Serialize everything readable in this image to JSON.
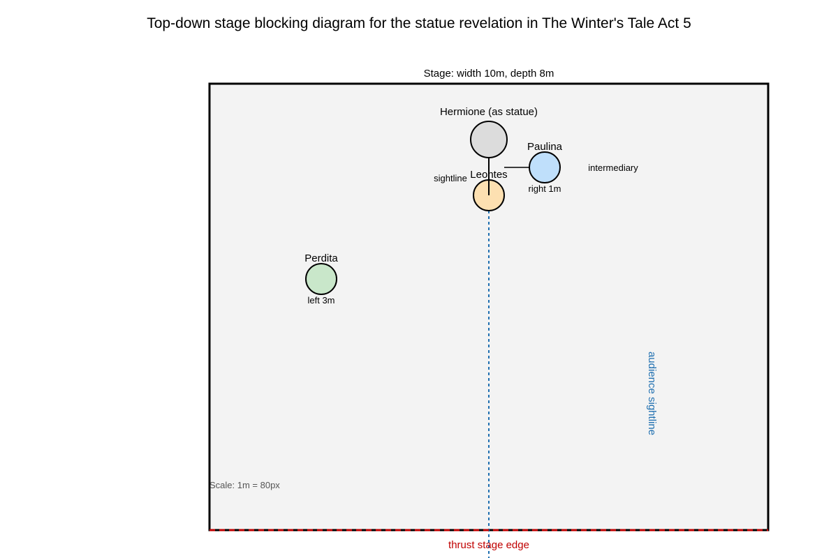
{
  "title": "Top-down stage blocking diagram for the statue revelation in The Winter's Tale Act 5",
  "stage": {
    "label": "Stage: width 10m, depth 8m",
    "width_m": 10,
    "depth_m": 8,
    "fill_color": "#f3f3f3",
    "border_color": "#000000"
  },
  "characters": {
    "hermione": {
      "name": "Hermione (as statue)",
      "color": "#dcdcdc"
    },
    "paulina": {
      "name": "Paulina",
      "note": "right 1m",
      "color": "#bfdffb"
    },
    "leontes": {
      "name": "Leontes",
      "color": "#fde0b1"
    },
    "perdita": {
      "name": "Perdita",
      "note": "left 3m",
      "color": "#c9e7ca"
    }
  },
  "annotations": {
    "sightline": "sightline",
    "intermediary": "intermediary",
    "audience_sightline": "audience sightline",
    "thrust_edge": "thrust stage edge",
    "scale": "Scale: 1m = 80px"
  },
  "colors": {
    "audience_line": "#1f6fb0",
    "thrust_edge": "#c00000",
    "scale_text": "#555555"
  }
}
